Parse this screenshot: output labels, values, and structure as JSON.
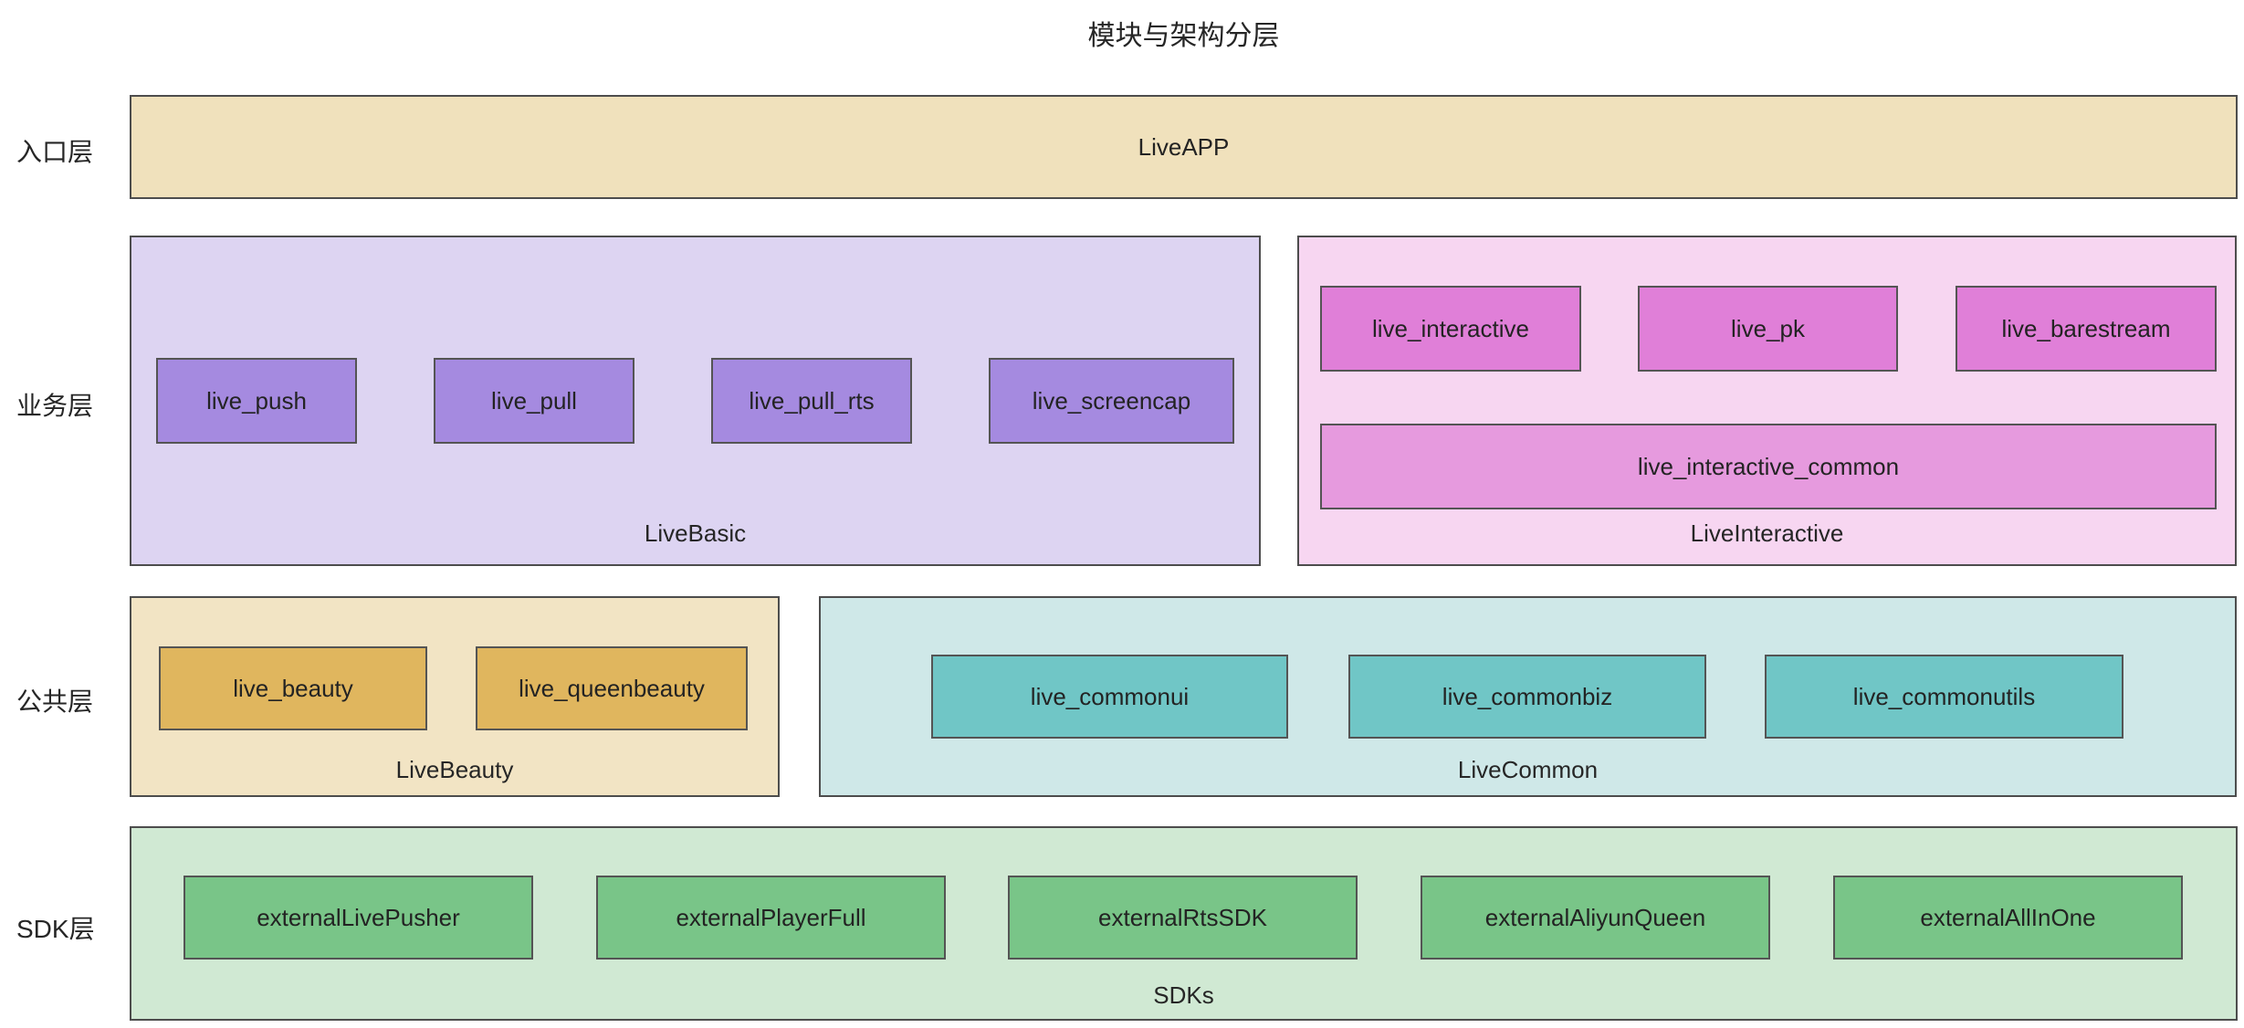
{
  "title": "模块与架构分层",
  "layer_labels": {
    "entry": "入口层",
    "business": "业务层",
    "common": "公共层",
    "sdk": "SDK层"
  },
  "entry": {
    "node": "LiveAPP"
  },
  "groups": {
    "live_basic": {
      "label": "LiveBasic",
      "modules": [
        "live_push",
        "live_pull",
        "live_pull_rts",
        "live_screencap"
      ]
    },
    "live_interactive": {
      "label": "LiveInteractive",
      "modules": [
        "live_interactive",
        "live_pk",
        "live_barestream"
      ],
      "wide_module": "live_interactive_common"
    },
    "live_beauty": {
      "label": "LiveBeauty",
      "modules": [
        "live_beauty",
        "live_queenbeauty"
      ]
    },
    "live_common": {
      "label": "LiveCommon",
      "modules": [
        "live_commonui",
        "live_commonbiz",
        "live_commonutils"
      ]
    },
    "sdks": {
      "label": "SDKs",
      "modules": [
        "externalLivePusher",
        "externalPlayerFull",
        "externalRtsSDK",
        "externalAliyunQueen",
        "externalAllInOne"
      ]
    }
  },
  "colors": {
    "background": "#ffffff",
    "border": "#4d4d4d",
    "text": "#262626",
    "entry_fill": "#f0e1bc",
    "basic_container": "#ddd4f2",
    "basic_module": "#a58ae0",
    "interactive_container": "#f7d6f1",
    "interactive_module": "#e07fd8",
    "interactive_wide_module": "#e69ade",
    "beauty_container": "#f2e4c4",
    "beauty_module": "#e0b65e",
    "common_container": "#cfe8e8",
    "common_module": "#70c6c6",
    "sdk_container": "#d0e9d3",
    "sdk_module": "#79c588"
  }
}
